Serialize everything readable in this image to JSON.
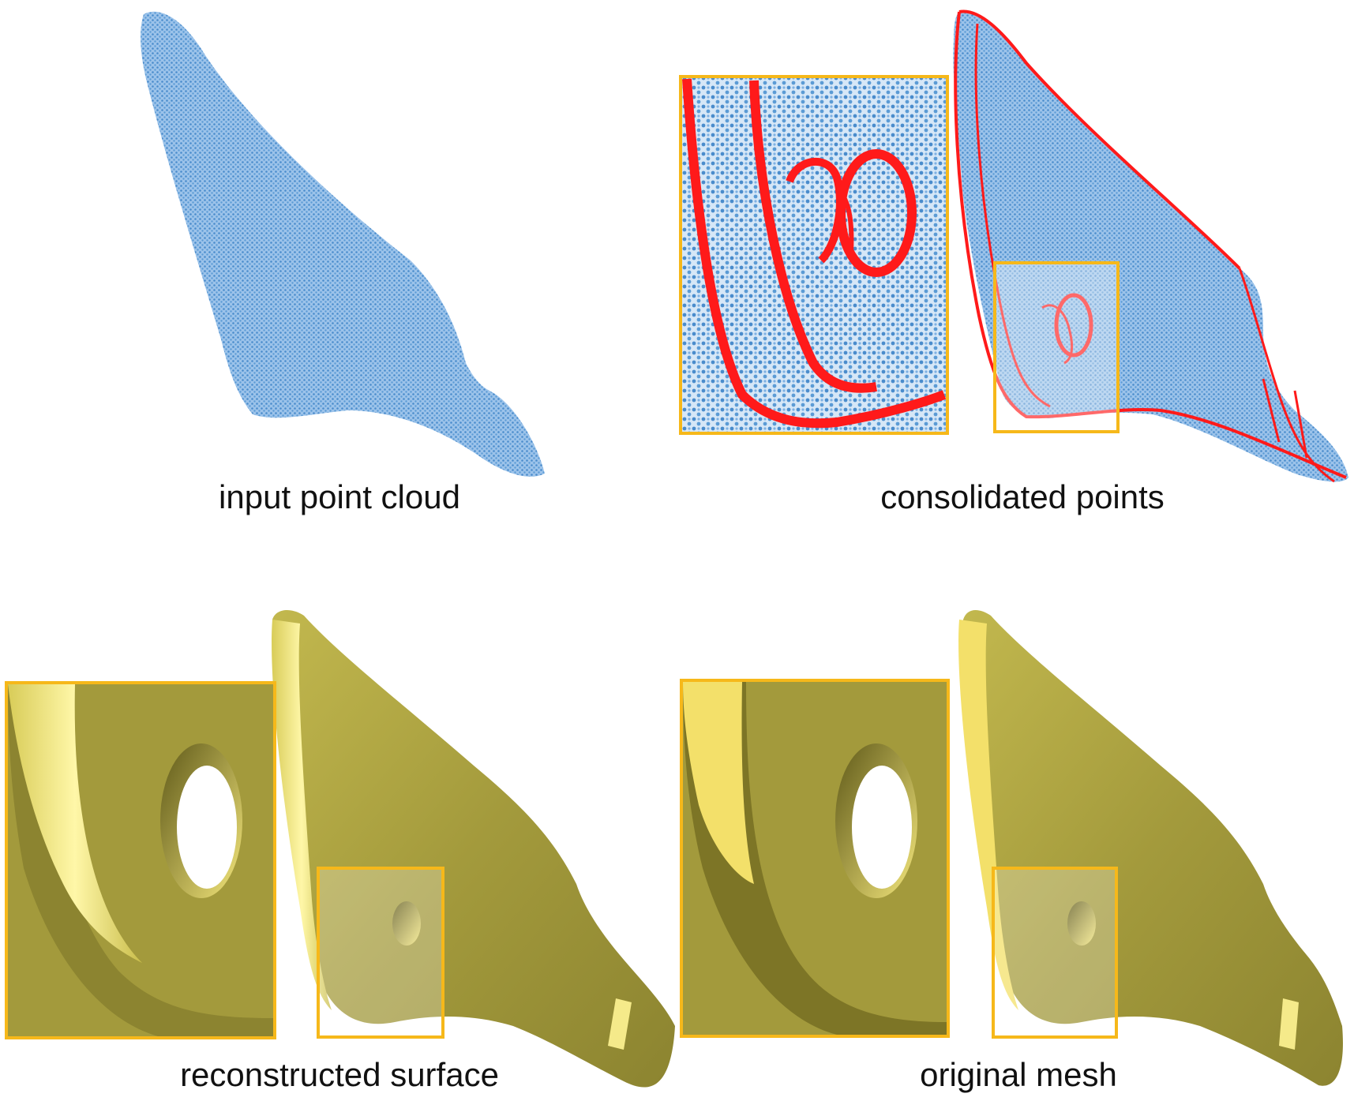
{
  "panels": {
    "top_left": {
      "caption": "input point cloud"
    },
    "top_right": {
      "caption": "consolidated points"
    },
    "bottom_left": {
      "caption": "reconstructed surface"
    },
    "bottom_right": {
      "caption": "original mesh"
    }
  },
  "colors": {
    "points": "#5b9bd5",
    "feature_points": "#ff0000",
    "mesh": "#a39a3c",
    "mesh_light": "#f3e57a",
    "mesh_dark": "#6f6820",
    "inset_frame": "#f6b81a"
  }
}
